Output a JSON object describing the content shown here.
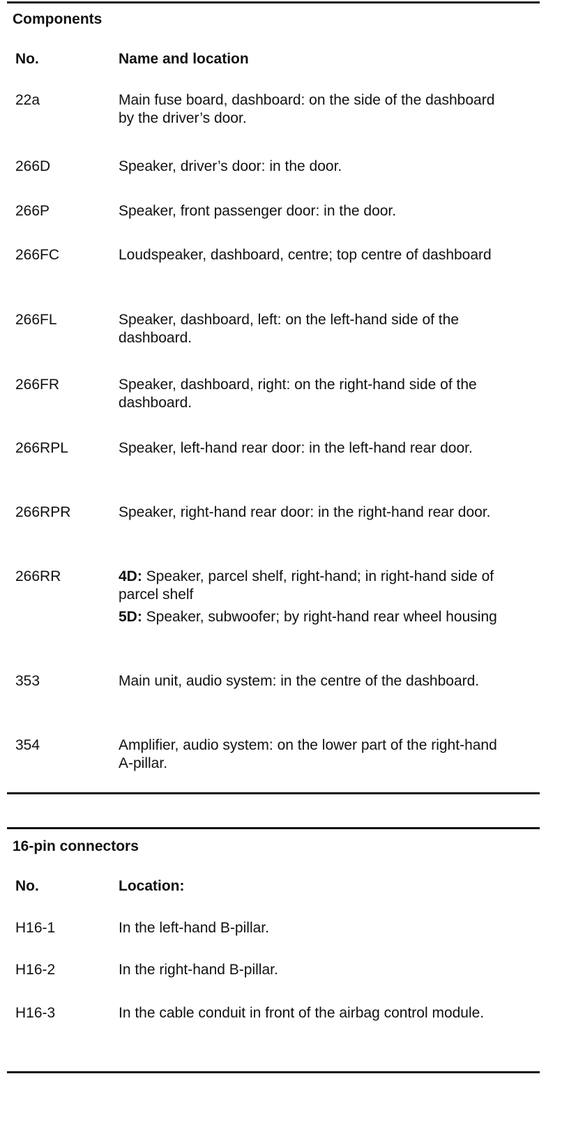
{
  "components": {
    "title": "Components",
    "header": {
      "no": "No.",
      "name": "Name and location"
    },
    "rows": [
      {
        "no": "22a",
        "desc": "Main fuse board, dashboard: on the side of the dashboard by the driver’s door."
      },
      {
        "no": "266D",
        "desc": "Speaker, driver’s door: in the door."
      },
      {
        "no": "266P",
        "desc": "Speaker, front passenger door: in the door."
      },
      {
        "no": "266FC",
        "desc": "Loudspeaker, dashboard, centre; top centre of dashboard"
      },
      {
        "no": "266FL",
        "desc": "Speaker, dashboard, left: on the left-hand side of the dashboard."
      },
      {
        "no": "266FR",
        "desc": "Speaker, dashboard, right: on the right-hand side of the dashboard."
      },
      {
        "no": "266RPL",
        "desc": "Speaker, left-hand rear door: in the left-hand rear door."
      },
      {
        "no": "266RPR",
        "desc": "Speaker, right-hand rear door: in the right-hand rear door."
      },
      {
        "no": "266RR",
        "sub1_prefix": "4D:",
        "sub1_text": " Speaker, parcel shelf, right-hand; in right-hand side of parcel shelf",
        "sub2_prefix": "5D:",
        "sub2_text": " Speaker, subwoofer; by right-hand rear wheel housing"
      },
      {
        "no": "353",
        "desc": "Main unit, audio system: in the centre of the dashboard."
      },
      {
        "no": "354",
        "desc": "Amplifier, audio system: on the lower part of the right-hand A-pillar."
      }
    ]
  },
  "connectors": {
    "title": "16-pin connectors",
    "header": {
      "no": "No.",
      "name": "Location:"
    },
    "rows": [
      {
        "no": "H16-1",
        "desc": "In the left-hand B-pillar."
      },
      {
        "no": "H16-2",
        "desc": "In the right-hand B-pillar."
      },
      {
        "no": "H16-3",
        "desc": "In the cable conduit in front of the airbag control module."
      }
    ]
  }
}
